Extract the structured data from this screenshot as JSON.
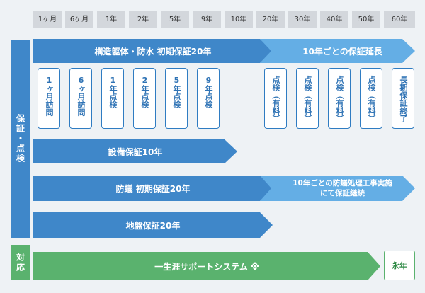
{
  "timeline": [
    "1ヶ月",
    "6ヶ月",
    "1年",
    "2年",
    "5年",
    "9年",
    "10年",
    "20年",
    "30年",
    "40年",
    "50年",
    "60年"
  ],
  "side_labels": {
    "warranty": "保証・点検",
    "support": "対応"
  },
  "bars": {
    "structure": "構造躯体・防水 初期保証20年",
    "extension": "10年ごとの保証延長",
    "equipment": "設備保証10年",
    "termite": "防蟻 初期保証20年",
    "termite_ext": "10年ごとの防蟻処理工事実施にて保証継続",
    "ground": "地盤保証20年",
    "lifetime": "一生涯サポートシステム ※"
  },
  "inspections_free": [
    "1ヶ月訪問",
    "6ヶ月訪問",
    "1年点検",
    "2年点検",
    "5年点検",
    "9年点検"
  ],
  "inspections_paid": [
    "点検（有料）",
    "点検（有料）",
    "点検（有料）",
    "点検（有料）"
  ],
  "end_label": "長期保証終了",
  "forever_label": "永年",
  "colors": {
    "dark_blue": "#3f87c9",
    "light_blue": "#64aee5",
    "green": "#5ab26e",
    "header_gray": "#d3d7dc"
  }
}
